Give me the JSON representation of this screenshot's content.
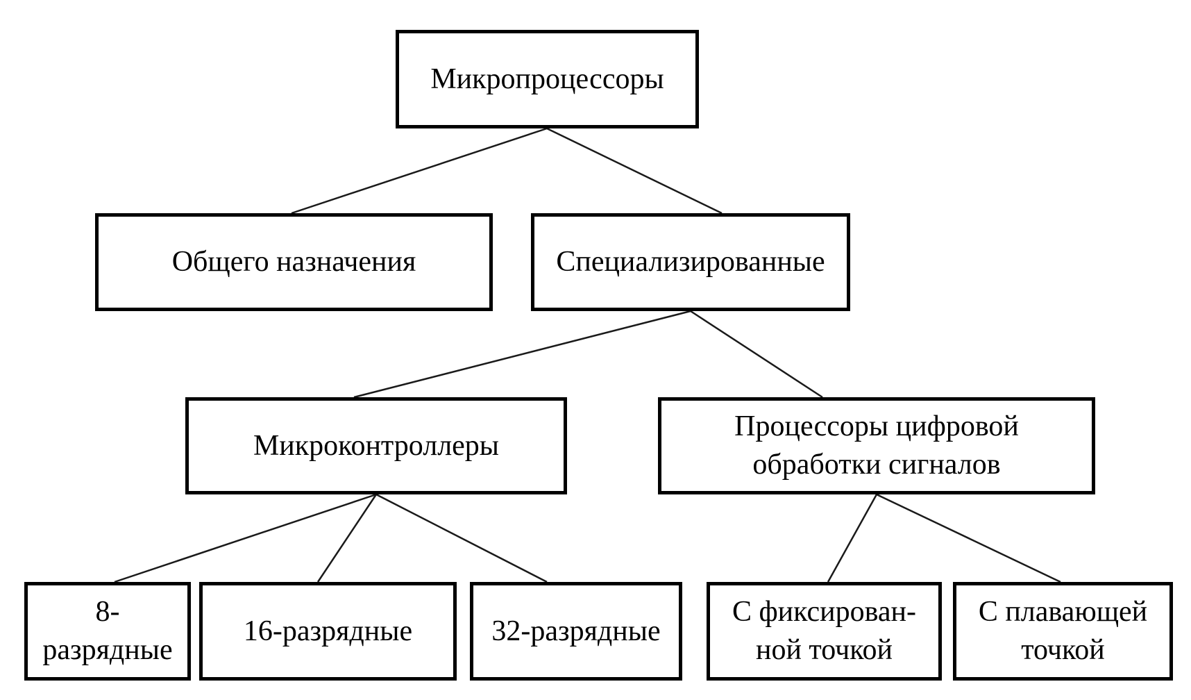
{
  "diagram": {
    "type": "hierarchy-tree",
    "language": "ru",
    "nodes": {
      "root": {
        "label": "Микропроцессоры"
      },
      "general": {
        "label": "Общего назначения"
      },
      "special": {
        "label": "Специализированные"
      },
      "mcu": {
        "label": "Микроконтроллеры"
      },
      "dsp": {
        "label": "Процессоры цифровой\nобработки сигналов"
      },
      "bit8": {
        "label": "8-разрядные"
      },
      "bit16": {
        "label": "16-разрядные"
      },
      "bit32": {
        "label": "32-разрядные"
      },
      "fixed": {
        "label": "С фиксирован-\nной точкой"
      },
      "floating": {
        "label": "С плавающей\nточкой"
      }
    },
    "edges": [
      {
        "from": "root",
        "to": "general"
      },
      {
        "from": "root",
        "to": "special"
      },
      {
        "from": "special",
        "to": "mcu"
      },
      {
        "from": "special",
        "to": "dsp"
      },
      {
        "from": "mcu",
        "to": "bit8"
      },
      {
        "from": "mcu",
        "to": "bit16"
      },
      {
        "from": "mcu",
        "to": "bit32"
      },
      {
        "from": "dsp",
        "to": "fixed"
      },
      {
        "from": "dsp",
        "to": "floating"
      }
    ],
    "colors": {
      "background": "#ffffff",
      "box_fill": "#ffffff",
      "box_border": "#000000",
      "connector": "#1a1a1a",
      "text": "#000000"
    }
  }
}
